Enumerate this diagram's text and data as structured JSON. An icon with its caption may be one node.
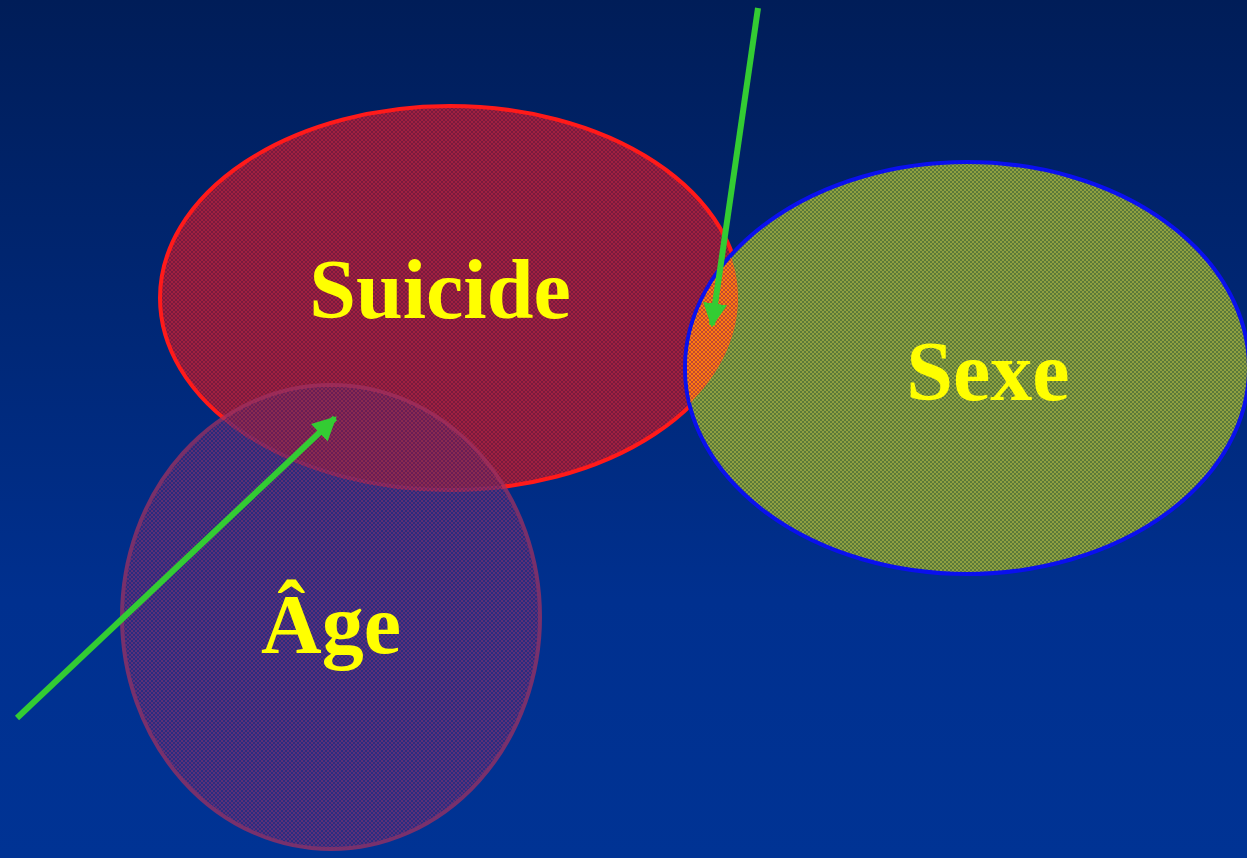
{
  "diagram": {
    "nodes": [
      {
        "text": [
          "Suicide"
        ]
      },
      {
        "text": [
          "Sexe"
        ]
      },
      {
        "text": [
          "Âge"
        ]
      },
      {
        "text": [],
        "shape": "lens"
      },
      {
        "text": [],
        "shape": "lens"
      }
    ],
    "edges": [
      {
        "from": null,
        "to": 3,
        "arrow": "to"
      },
      {
        "from": null,
        "to": 4,
        "arrow": "to"
      }
    ]
  }
}
